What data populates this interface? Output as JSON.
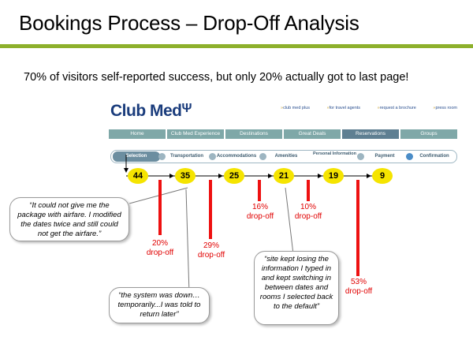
{
  "slide": {
    "title": "Bookings Process – Drop-Off Analysis",
    "subtitle": "70% of visitors self-reported success, but only 20% actually got to last page!"
  },
  "site": {
    "logo": "Club Med",
    "top_links": [
      "club med plus",
      "for travel agents",
      "request a brochure",
      "press room"
    ],
    "nav": [
      "Home",
      "Club Med Experience",
      "Destinations",
      "Great Deals",
      "Reservations",
      "Groups"
    ],
    "active_nav": "Reservations",
    "steps": [
      "Selection",
      "Transportation",
      "Accommodations",
      "Amenities",
      "Personal Information",
      "Payment",
      "Confirmation"
    ]
  },
  "counts": [
    "44",
    "35",
    "25",
    "21",
    "19",
    "9"
  ],
  "dropoffs": [
    {
      "pct": "20%",
      "label": "drop-off"
    },
    {
      "pct": "29%",
      "label": "drop-off"
    },
    {
      "pct": "16%",
      "label": "drop-off"
    },
    {
      "pct": "10%",
      "label": "drop-off"
    },
    {
      "pct": "53%",
      "label": "drop-off"
    }
  ],
  "quotes": {
    "airfare": "“It could not give me the package with airfare. I modified the dates twice and still could not get the airfare.”",
    "system": "“the system was down…temporarily...I was told to return later”",
    "losing": "“site kept losing the information I typed in and kept switching in between dates and rooms I selected back to the default”"
  },
  "colors": {
    "accent_bar": "#8db02c",
    "drop": "#ee1111",
    "count_fill": "#f5e400",
    "logo": "#1a3c7c"
  }
}
